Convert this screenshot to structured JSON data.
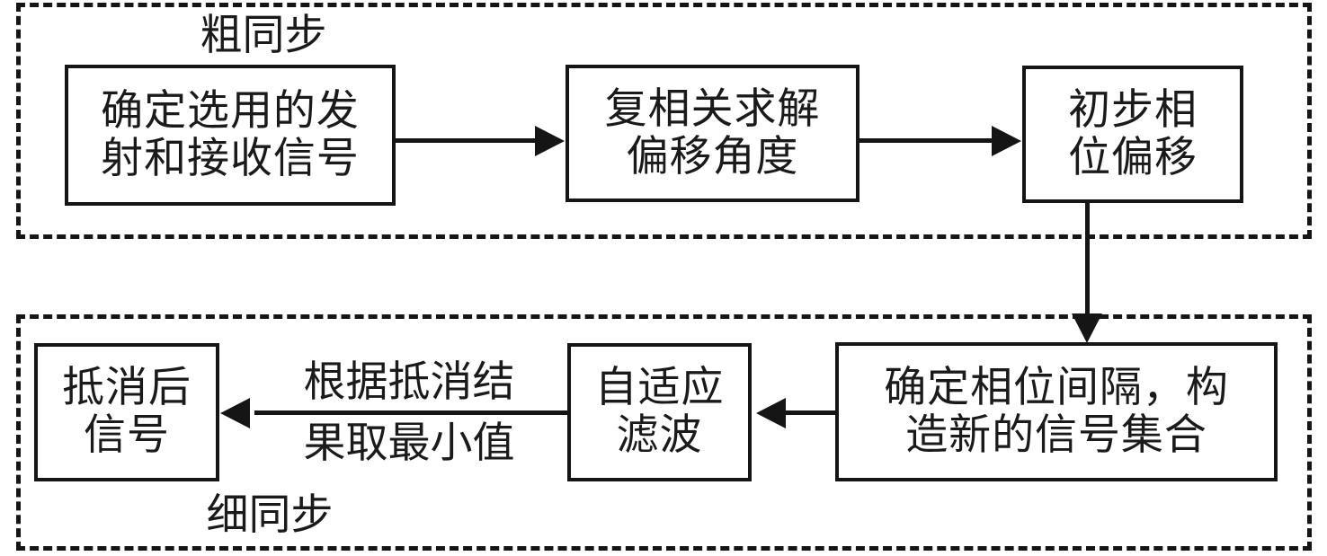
{
  "diagram": {
    "title_text_language": "zh",
    "groups": [
      {
        "id": "coarse",
        "label": "粗同步"
      },
      {
        "id": "fine",
        "label": "细同步"
      }
    ],
    "boxes": {
      "signals": "确定选用的发\n射和接收信号",
      "correlation": "复相关求解\n偏移角度",
      "initial_offset": "初步相\n位偏移",
      "phase_interval": "确定相位间隔，构\n造新的信号集合",
      "adaptive": "自适应\n滤波",
      "cancelled": "抵消后\n信号"
    },
    "edge_labels": {
      "min_value": "根据抵消结\n果取最小值"
    },
    "colors": {
      "stroke": "#151515",
      "text": "#1a1a1a",
      "background": "#ffffff"
    }
  }
}
